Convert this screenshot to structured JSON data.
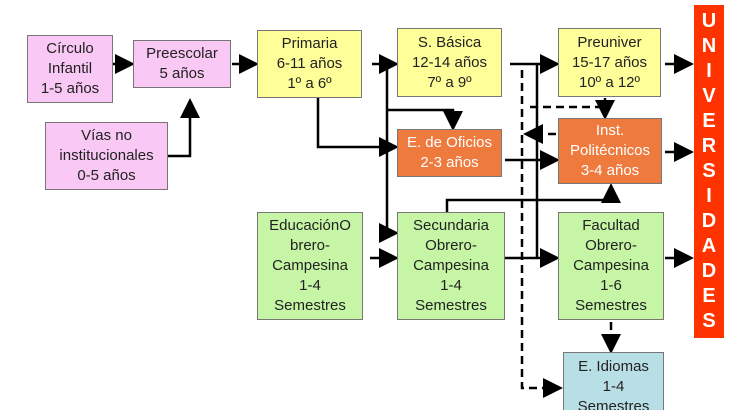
{
  "boxes": {
    "circulo": [
      "Círculo",
      "Infantil",
      "1-5 años"
    ],
    "preescolar": [
      "Preescolar",
      "5 años"
    ],
    "vias": [
      "Vías no",
      "institucionales",
      "0-5 años"
    ],
    "primaria": [
      "Primaria",
      "6-11 años",
      "1º a 6º"
    ],
    "basica": [
      "S. Básica",
      "12-14 años",
      "7º a 9º"
    ],
    "preuniver": [
      "Preuniver",
      "15-17 años",
      "10º a 12º"
    ],
    "oficios": [
      "E. de Oficios",
      "2-3 años"
    ],
    "politecnicos": [
      "Inst.",
      "Politécnicos",
      "3-4 años"
    ],
    "educacion": [
      "EducaciónO",
      "brero-",
      "Campesina",
      "1-4",
      "Semestres"
    ],
    "secundaria": [
      "Secundaria",
      "Obrero-",
      "Campesina",
      "1-4",
      "Semestres"
    ],
    "facultad": [
      "Facultad",
      "Obrero-",
      "Campesina",
      "1-6",
      "Semestres"
    ],
    "idiomas": [
      "E. Idiomas",
      "1-4",
      "Semestres"
    ]
  },
  "universidades": [
    "U",
    "N",
    "I",
    "V",
    "E",
    "R",
    "S",
    "I",
    "D",
    "A",
    "D",
    "E",
    "S"
  ],
  "colors": {
    "pink": "#f9c8f4",
    "yellow": "#ffff99",
    "orange": "#ee7a3e",
    "green": "#c5f5a5",
    "blue": "#b9dfe6",
    "red": "#ff3300"
  }
}
